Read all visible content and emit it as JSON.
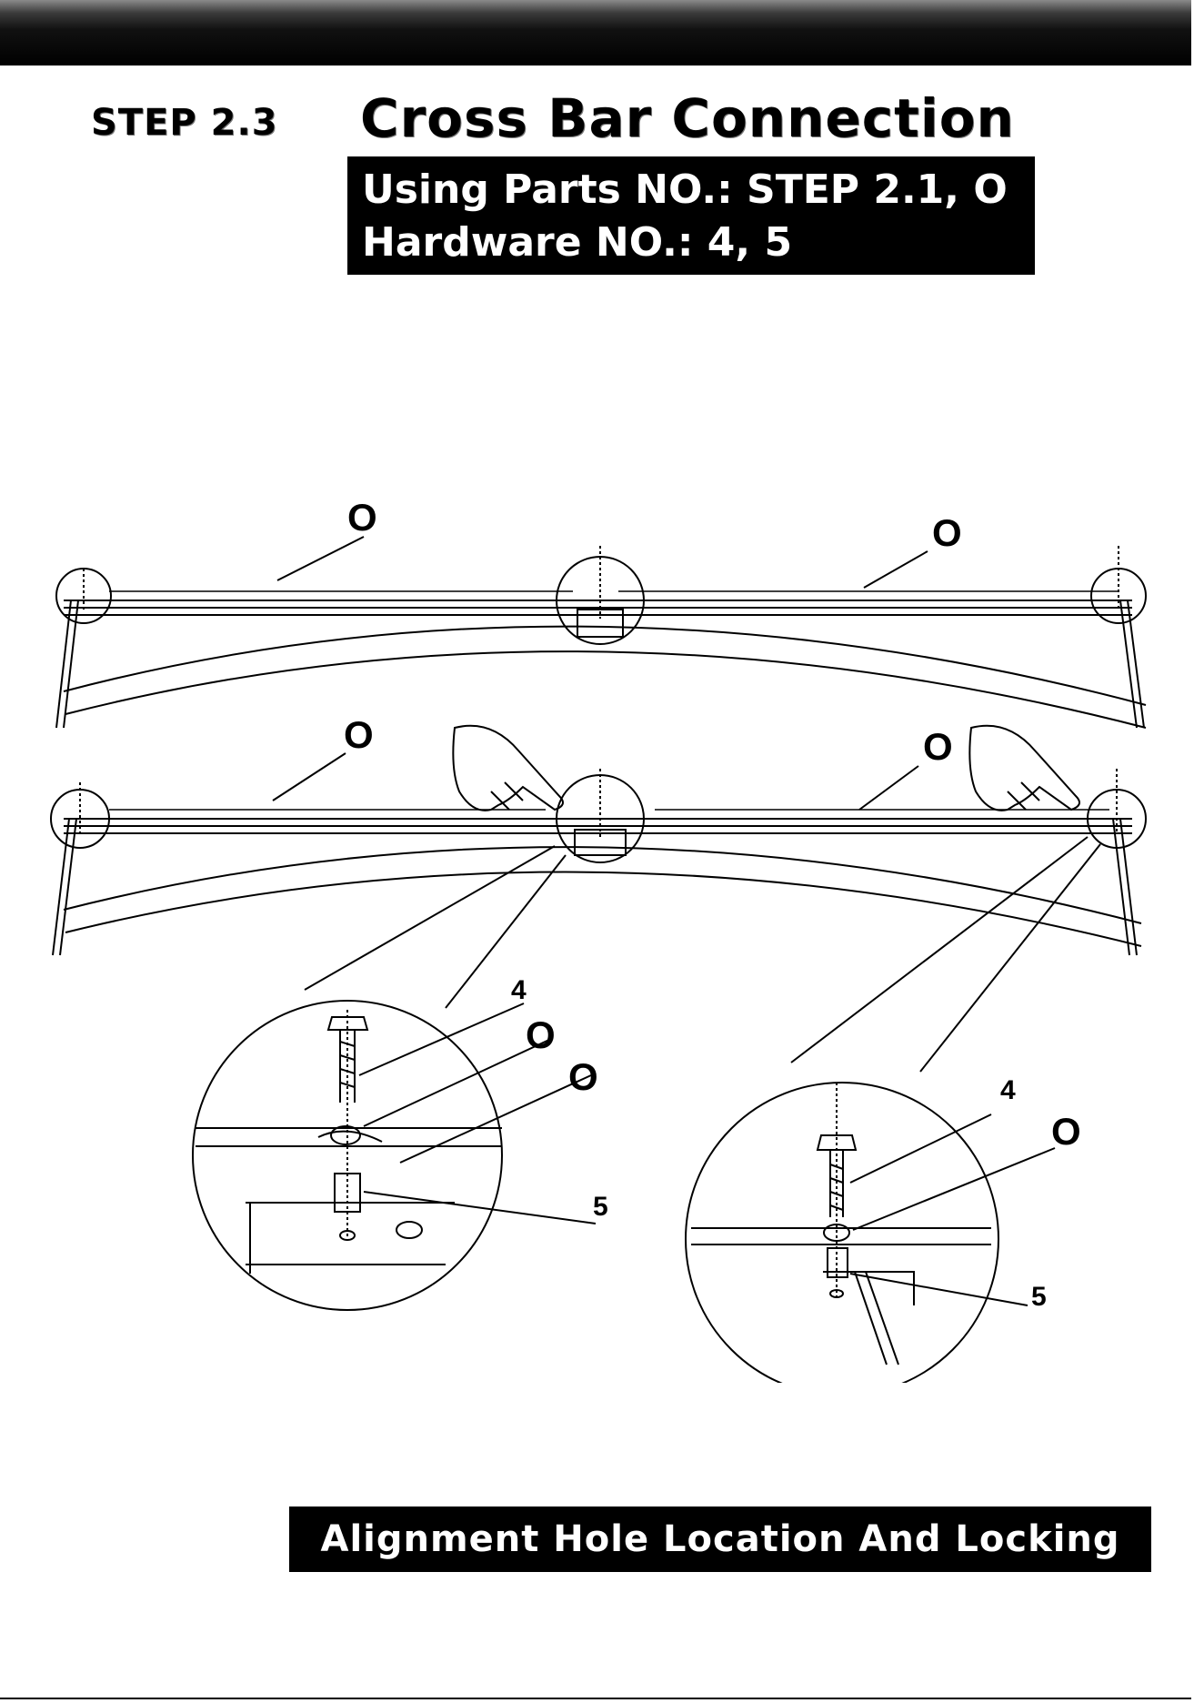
{
  "header": {
    "step": "STEP 2.3",
    "title": "Cross Bar Connection",
    "parts_line": "Using Parts NO.: STEP 2.1, O",
    "hardware_line": "Hardware NO.: 4, 5"
  },
  "diagram": {
    "labels": {
      "top_left_o": "O",
      "top_right_o": "O",
      "mid_left_o": "O",
      "mid_right_o": "O",
      "detail1_four": "4",
      "detail1_o1": "O",
      "detail1_o2": "O",
      "detail1_five": "5",
      "detail2_four": "4",
      "detail2_o": "O",
      "detail2_five": "5"
    }
  },
  "footer": {
    "caption": "Alignment Hole Location And Locking"
  }
}
